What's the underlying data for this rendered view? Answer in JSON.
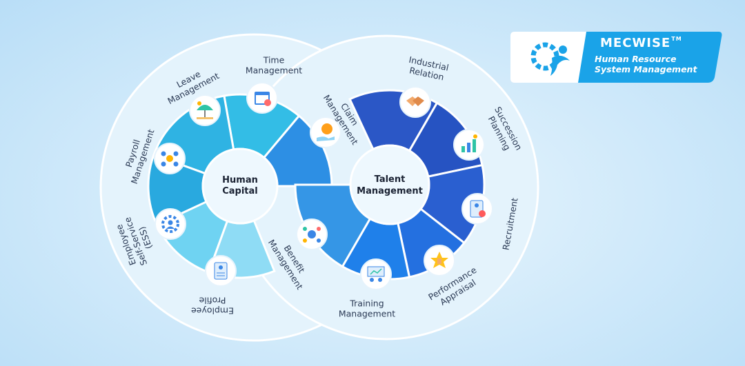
{
  "hubs": {
    "human_capital": {
      "line1": "Human",
      "line2": "Capital"
    },
    "talent_management": {
      "line1": "Talent",
      "line2": "Management"
    }
  },
  "human_capital_modules": [
    {
      "lines": [
        "Time",
        "Management"
      ],
      "icon": "calendar-icon",
      "color": "#33bde6"
    },
    {
      "lines": [
        "Leave",
        "Management"
      ],
      "icon": "beach-umbrella-icon",
      "color": "#2fb3e3"
    },
    {
      "lines": [
        "Payroll",
        "Management"
      ],
      "icon": "payroll-cycle-icon",
      "color": "#29a9df"
    },
    {
      "lines": [
        "Employee",
        "Self-Service",
        "(ESS)"
      ],
      "icon": "user-gear-icon",
      "color": "#6fd3f2"
    },
    {
      "lines": [
        "Employee",
        "Profile"
      ],
      "icon": "profile-document-icon",
      "color": "#8fdcf5"
    }
  ],
  "shared_modules": [
    {
      "lines": [
        "Claim",
        "Management"
      ],
      "icon": "money-hand-icon",
      "color": "#2d8fe4"
    },
    {
      "lines": [
        "Benefit",
        "Management"
      ],
      "icon": "benefit-network-icon",
      "color": "#3596e6"
    }
  ],
  "talent_modules": [
    {
      "lines": [
        "Industrial",
        "Relation"
      ],
      "icon": "handshake-icon",
      "color": "#2b57c6"
    },
    {
      "lines": [
        "Succession",
        "Planning"
      ],
      "icon": "growth-chart-icon",
      "color": "#2653c2"
    },
    {
      "lines": [
        "Recruitment"
      ],
      "icon": "resume-check-icon",
      "color": "#2a5fd0"
    },
    {
      "lines": [
        "Performance",
        "Appraisal"
      ],
      "icon": "star-hand-icon",
      "color": "#2470e0"
    },
    {
      "lines": [
        "Training",
        "Management"
      ],
      "icon": "presentation-icon",
      "color": "#1f80ea"
    }
  ],
  "brand": {
    "name": "MECWISE",
    "tm": "TM",
    "line1": "Human Resource",
    "line2": "System Management",
    "color": "#1aa3e8"
  }
}
